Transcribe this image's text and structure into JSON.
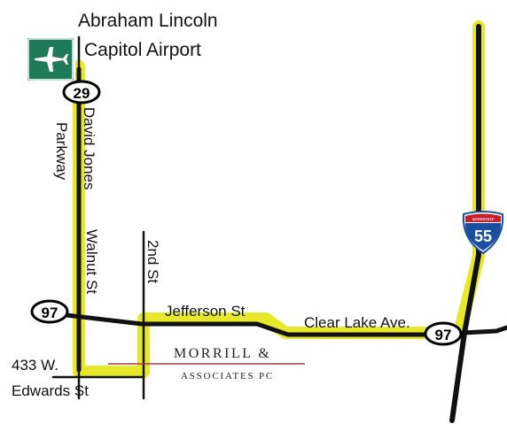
{
  "airport": {
    "name_line1": "Abraham Lincoln",
    "name_line2": "Capitol Airport",
    "icon": "airplane-icon",
    "icon_bg": "#1f7a5a"
  },
  "roads": {
    "route_29": "29",
    "route_97": "97",
    "interstate_55": "55",
    "interstate_banner": "INTERSTATE",
    "david_jones": "David Jones",
    "parkway": "Parkway",
    "walnut": "Walnut St",
    "second": "2nd St",
    "jefferson": "Jefferson St",
    "clear_lake": "Clear Lake Ave.",
    "edwards": "Edwards St"
  },
  "address": "433 W.",
  "logo": {
    "line1": "MORRILL &",
    "line2": "ASSOCIATES PC",
    "rule_color": "#a33a4a"
  },
  "colors": {
    "highlight": "#e8e82a",
    "road": "#111111",
    "interstate_red": "#c8202e",
    "interstate_blue": "#1a4fa0"
  }
}
